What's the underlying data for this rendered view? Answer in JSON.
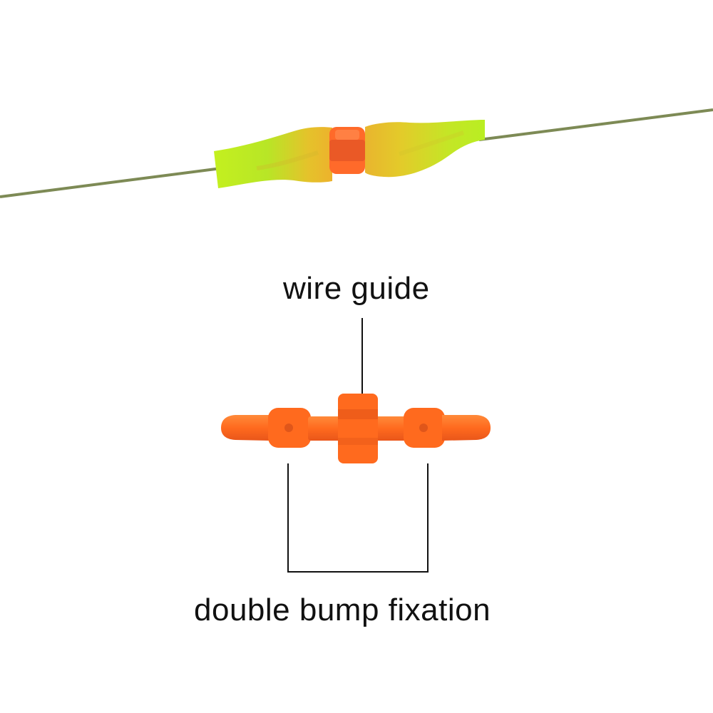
{
  "labels": {
    "wire_guide": "wire guide",
    "double_bump_fixation": "double bump fixation"
  },
  "colors": {
    "background": "#ffffff",
    "fishing_line": "#7d8a55",
    "sleeve_green": "#b6e61f",
    "sleeve_yellow": "#e9c62a",
    "connector_orange": "#ff6a1e",
    "connector_dark_orange": "#e04f10",
    "callout_line": "#111111"
  },
  "icons": {
    "assembly": "fishing-line-connector-assembly",
    "part": "orange-connector-part"
  }
}
